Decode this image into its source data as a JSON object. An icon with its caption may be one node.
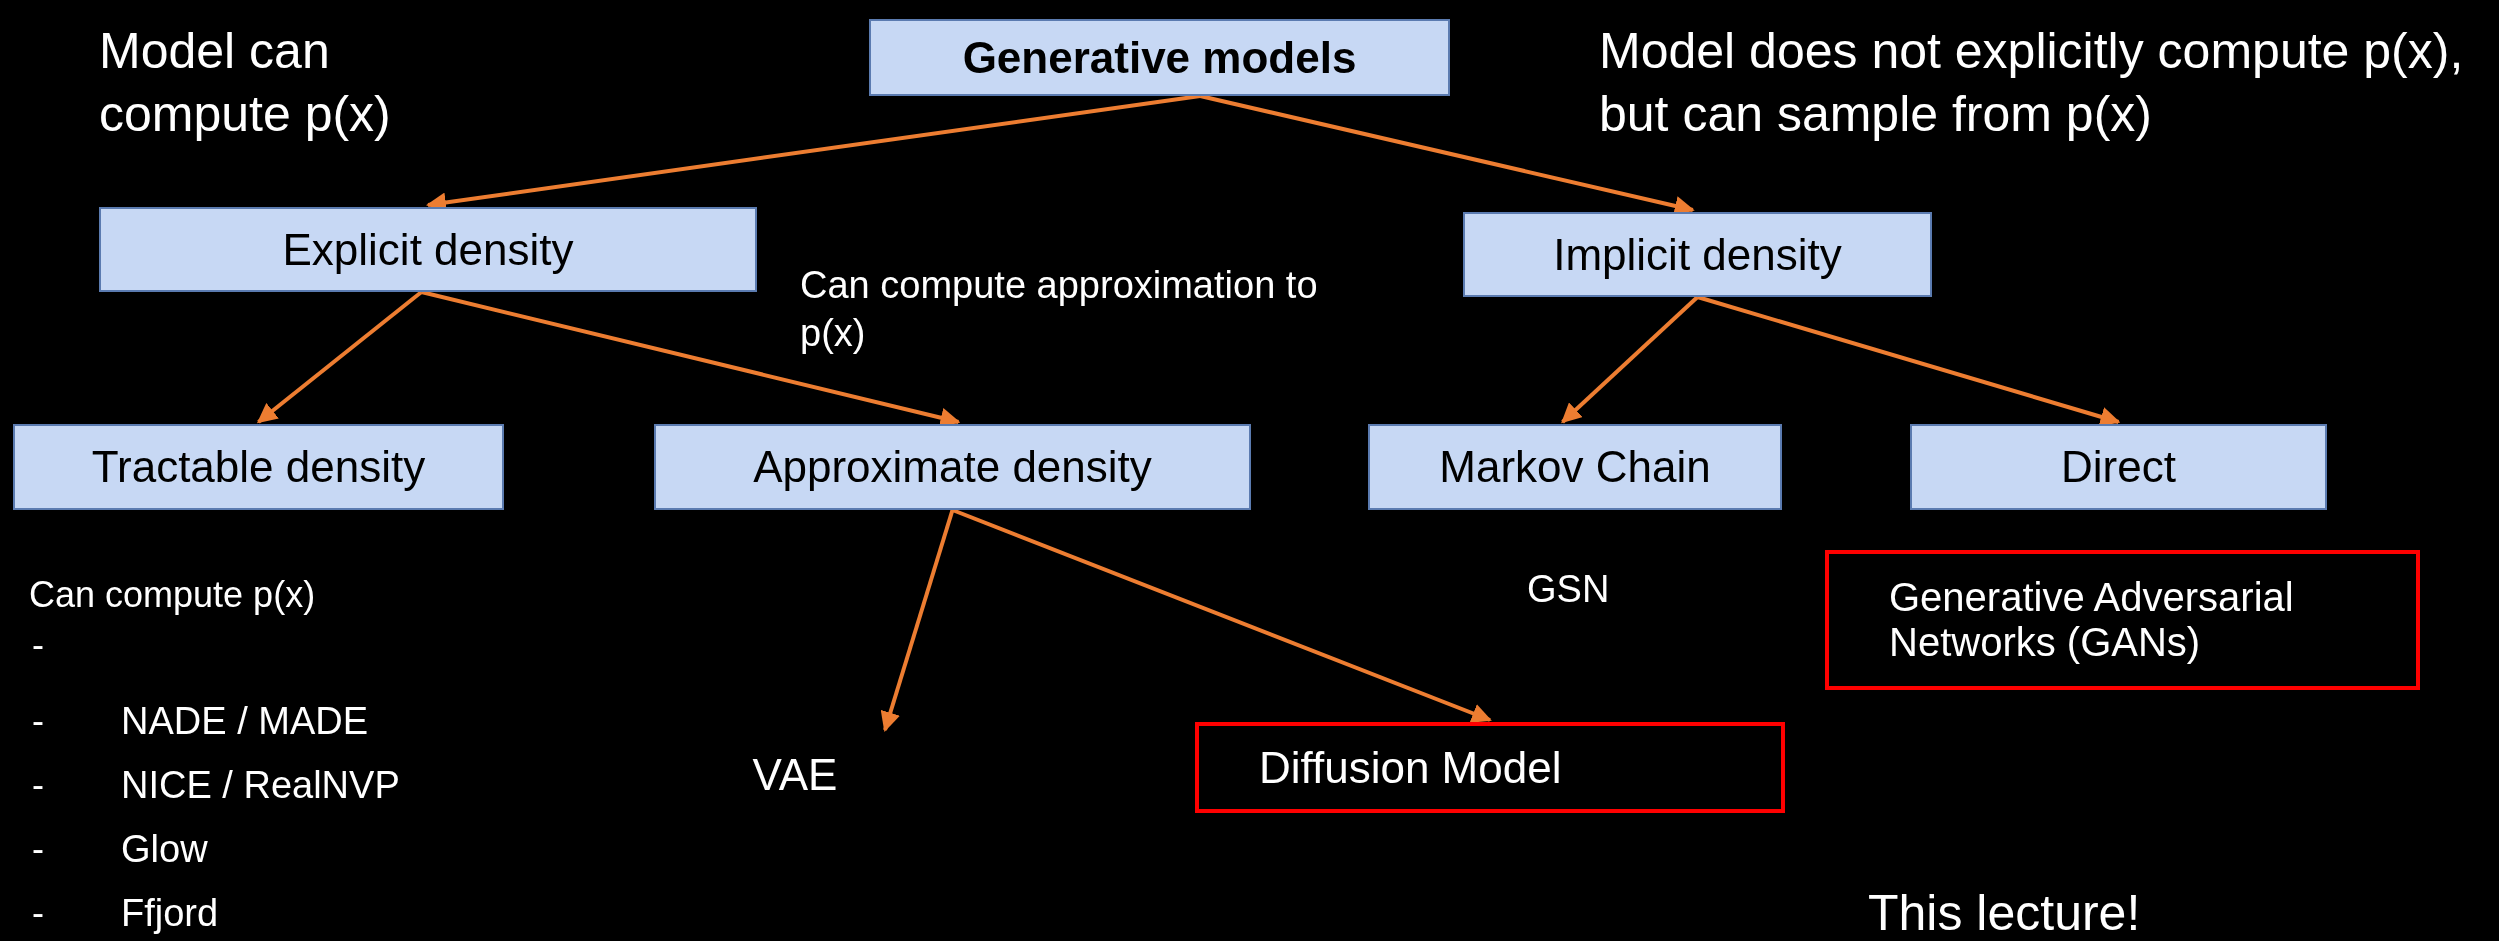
{
  "diagram": {
    "nodes": [
      {
        "text": [
          "Generative models"
        ]
      },
      {
        "text": [
          "Explicit density"
        ]
      },
      {
        "text": [
          "Implicit density"
        ]
      },
      {
        "text": [
          "Tractable density"
        ]
      },
      {
        "text": [
          "Approximate density"
        ]
      },
      {
        "text": [
          "Markov Chain"
        ]
      },
      {
        "text": [
          "Direct"
        ]
      },
      {
        "text": [
          "VAE"
        ]
      },
      {
        "text": [
          "Diffusion Model"
        ]
      },
      {
        "text": [
          "Generative Adversarial Networks (GANs)"
        ]
      }
    ],
    "edges": [
      {
        "from": 0,
        "to": 1,
        "arrow": "to"
      },
      {
        "from": 0,
        "to": 2,
        "arrow": "to"
      },
      {
        "from": 1,
        "to": 3,
        "arrow": "to"
      },
      {
        "from": 1,
        "to": 4,
        "arrow": "to"
      },
      {
        "from": 2,
        "to": 5,
        "arrow": "to"
      },
      {
        "from": 2,
        "to": 6,
        "arrow": "to"
      },
      {
        "from": 4,
        "to": 7,
        "arrow": "to"
      },
      {
        "from": 4,
        "to": 8,
        "arrow": "to"
      }
    ],
    "labels": [
      "Model can compute p(x)",
      "Model does not explicitly compute p(x), but can sample from p(x)",
      "Can compute approximation to p(x)",
      "Can compute p(x)",
      "-",
      "-",
      "NADE / MADE",
      "-",
      "NICE / RealNVP",
      "-",
      "Glow",
      "-",
      "Ffjord",
      "GSN",
      "This lecture!"
    ]
  }
}
